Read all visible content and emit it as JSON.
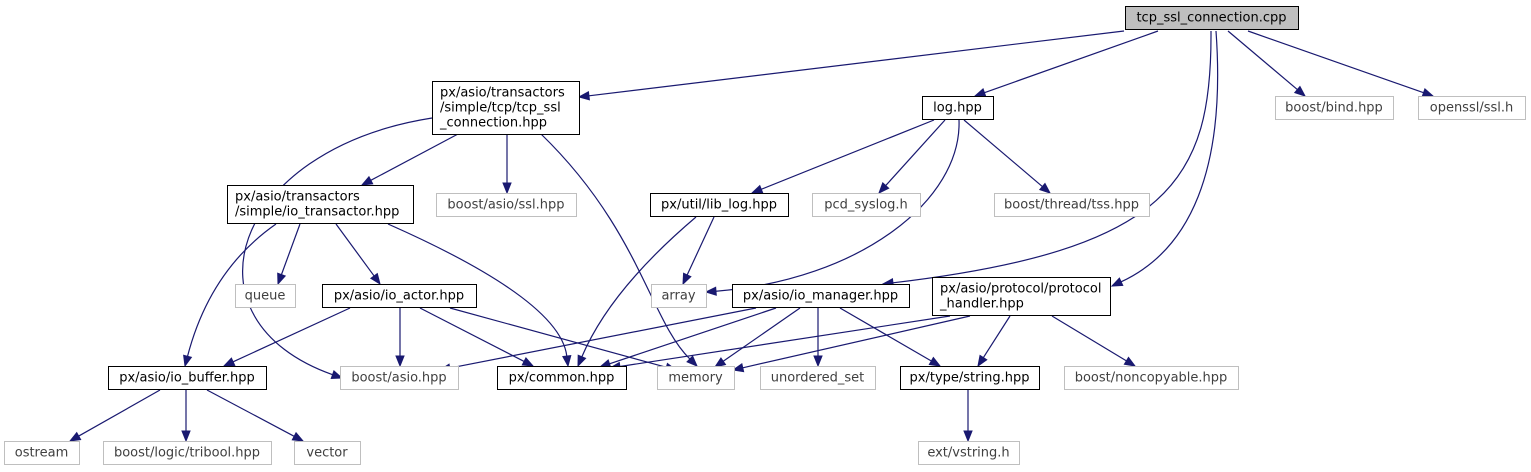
{
  "diagram": {
    "colors": {
      "edge": "#191970",
      "root_fill": "#bfbfbf",
      "local_border": "#000000",
      "external_border": "#bfbfbf",
      "external_text": "#404040"
    },
    "nodes": [
      {
        "id": "root",
        "kind": "root",
        "lines": [
          "tcp_ssl_connection.cpp"
        ]
      },
      {
        "id": "tcpssl",
        "kind": "local",
        "lines": [
          "px/asio/transactors",
          "/simple/tcp/tcp_ssl",
          "_connection.hpp"
        ]
      },
      {
        "id": "log",
        "kind": "local",
        "lines": [
          "log.hpp"
        ]
      },
      {
        "id": "bbind",
        "kind": "external",
        "lines": [
          "boost/bind.hpp"
        ]
      },
      {
        "id": "openssl",
        "kind": "external",
        "lines": [
          "openssl/ssl.h"
        ]
      },
      {
        "id": "iotrans",
        "kind": "local",
        "lines": [
          "px/asio/transactors",
          "/simple/io_transactor.hpp"
        ]
      },
      {
        "id": "bssl",
        "kind": "external",
        "lines": [
          "boost/asio/ssl.hpp"
        ]
      },
      {
        "id": "liblog",
        "kind": "local",
        "lines": [
          "px/util/lib_log.hpp"
        ]
      },
      {
        "id": "pcd",
        "kind": "external",
        "lines": [
          "pcd_syslog.h"
        ]
      },
      {
        "id": "tss",
        "kind": "external",
        "lines": [
          "boost/thread/tss.hpp"
        ]
      },
      {
        "id": "queue",
        "kind": "external",
        "lines": [
          "queue"
        ]
      },
      {
        "id": "ioactor",
        "kind": "local",
        "lines": [
          "px/asio/io_actor.hpp"
        ]
      },
      {
        "id": "array",
        "kind": "external",
        "lines": [
          "array"
        ]
      },
      {
        "id": "iomgr",
        "kind": "local",
        "lines": [
          "px/asio/io_manager.hpp"
        ]
      },
      {
        "id": "proto",
        "kind": "local",
        "lines": [
          "px/asio/protocol/protocol",
          "_handler.hpp"
        ]
      },
      {
        "id": "iobuf",
        "kind": "local",
        "lines": [
          "px/asio/io_buffer.hpp"
        ]
      },
      {
        "id": "basio",
        "kind": "external",
        "lines": [
          "boost/asio.hpp"
        ]
      },
      {
        "id": "common",
        "kind": "local",
        "lines": [
          "px/common.hpp"
        ]
      },
      {
        "id": "memory",
        "kind": "external",
        "lines": [
          "memory"
        ]
      },
      {
        "id": "unord",
        "kind": "external",
        "lines": [
          "unordered_set"
        ]
      },
      {
        "id": "string",
        "kind": "local",
        "lines": [
          "px/type/string.hpp"
        ]
      },
      {
        "id": "noncopy",
        "kind": "external",
        "lines": [
          "boost/noncopyable.hpp"
        ]
      },
      {
        "id": "ostream",
        "kind": "external",
        "lines": [
          "ostream"
        ]
      },
      {
        "id": "tribool",
        "kind": "external",
        "lines": [
          "boost/logic/tribool.hpp"
        ]
      },
      {
        "id": "vector",
        "kind": "external",
        "lines": [
          "vector"
        ]
      },
      {
        "id": "vstring",
        "kind": "external",
        "lines": [
          "ext/vstring.h"
        ]
      }
    ],
    "edges": [
      {
        "from": "root",
        "to": "tcpssl"
      },
      {
        "from": "root",
        "to": "log"
      },
      {
        "from": "root",
        "to": "bbind"
      },
      {
        "from": "root",
        "to": "openssl"
      },
      {
        "from": "root",
        "to": "iomgr"
      },
      {
        "from": "root",
        "to": "proto"
      },
      {
        "from": "tcpssl",
        "to": "iotrans"
      },
      {
        "from": "tcpssl",
        "to": "bssl"
      },
      {
        "from": "tcpssl",
        "to": "basio"
      },
      {
        "from": "tcpssl",
        "to": "memory"
      },
      {
        "from": "log",
        "to": "liblog"
      },
      {
        "from": "log",
        "to": "pcd"
      },
      {
        "from": "log",
        "to": "tss"
      },
      {
        "from": "log",
        "to": "array"
      },
      {
        "from": "iotrans",
        "to": "queue"
      },
      {
        "from": "iotrans",
        "to": "ioactor"
      },
      {
        "from": "iotrans",
        "to": "iobuf"
      },
      {
        "from": "iotrans",
        "to": "common"
      },
      {
        "from": "liblog",
        "to": "array"
      },
      {
        "from": "liblog",
        "to": "common"
      },
      {
        "from": "ioactor",
        "to": "iobuf"
      },
      {
        "from": "ioactor",
        "to": "basio"
      },
      {
        "from": "ioactor",
        "to": "common"
      },
      {
        "from": "ioactor",
        "to": "memory"
      },
      {
        "from": "iomgr",
        "to": "basio"
      },
      {
        "from": "iomgr",
        "to": "common"
      },
      {
        "from": "iomgr",
        "to": "memory"
      },
      {
        "from": "iomgr",
        "to": "unord"
      },
      {
        "from": "iomgr",
        "to": "string"
      },
      {
        "from": "proto",
        "to": "common"
      },
      {
        "from": "proto",
        "to": "memory"
      },
      {
        "from": "proto",
        "to": "string"
      },
      {
        "from": "proto",
        "to": "noncopy"
      },
      {
        "from": "iobuf",
        "to": "ostream"
      },
      {
        "from": "iobuf",
        "to": "tribool"
      },
      {
        "from": "iobuf",
        "to": "vector"
      },
      {
        "from": "string",
        "to": "vstring"
      }
    ]
  }
}
